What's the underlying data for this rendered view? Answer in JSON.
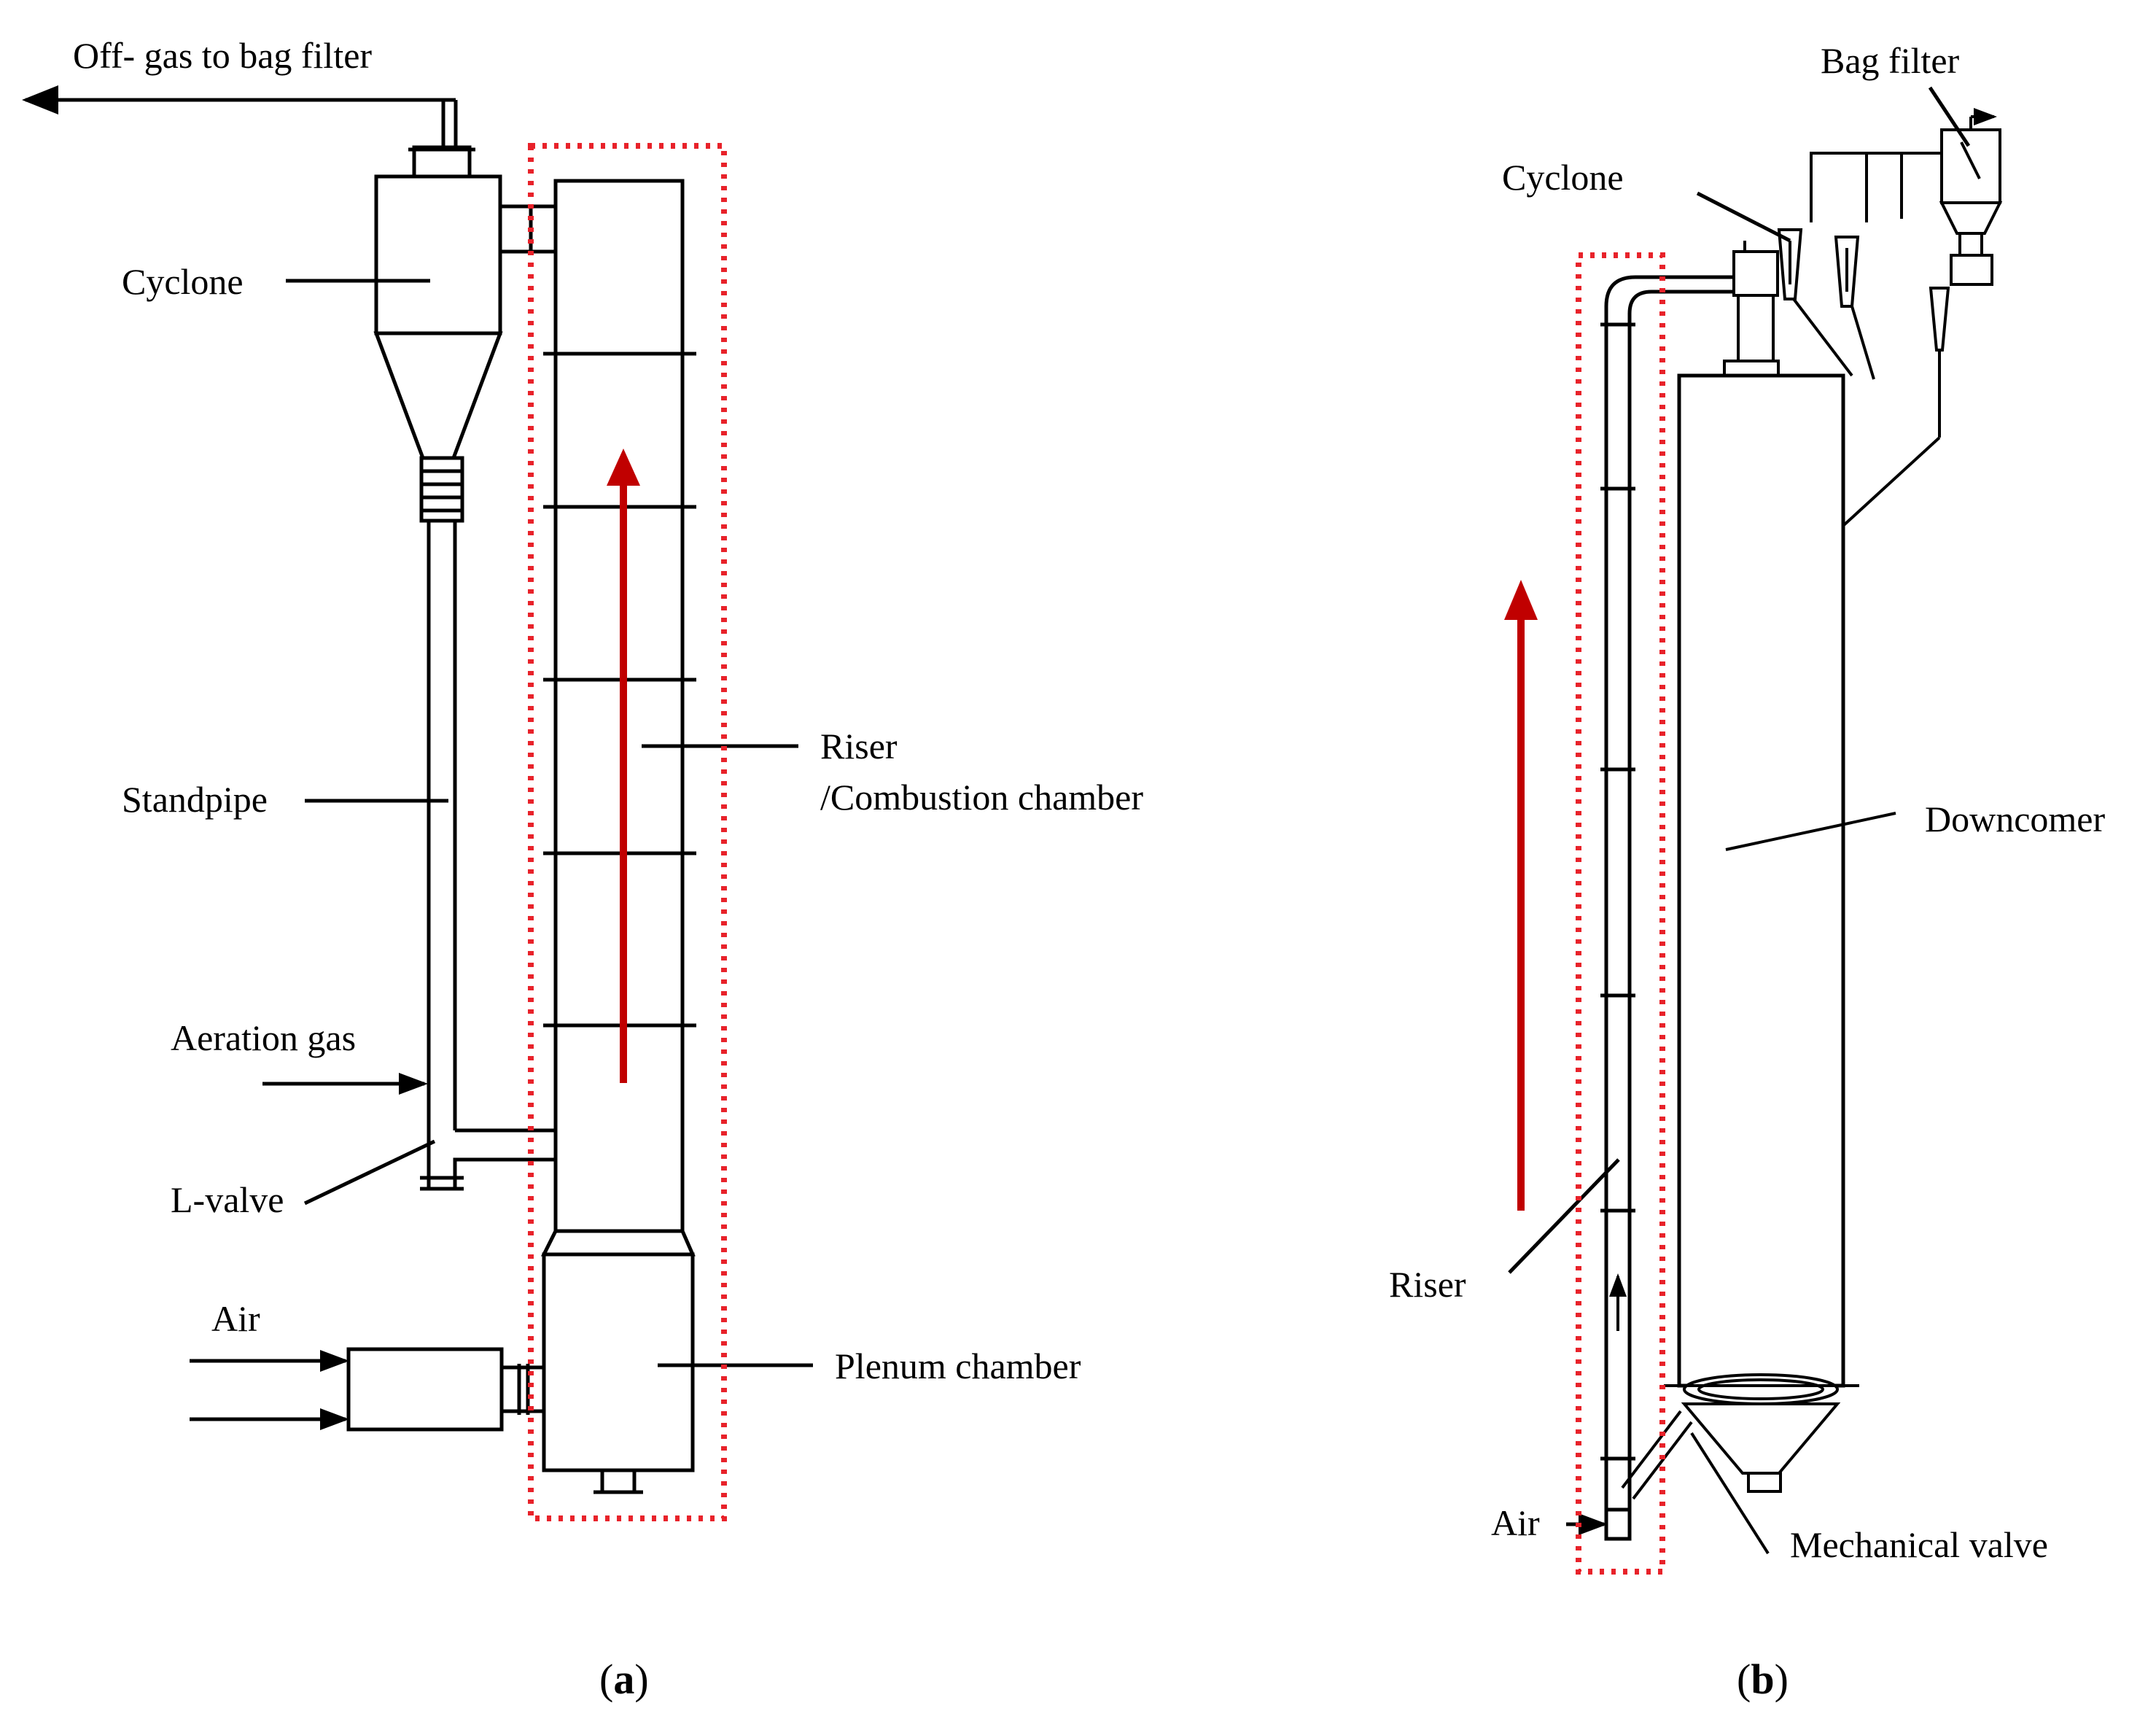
{
  "colors": {
    "flow_arrow": "#c00000",
    "highlight_dash": "#e8222a",
    "line": "#000000",
    "background": "#ffffff"
  },
  "panel_a": {
    "labels": {
      "off_gas": "Off- gas to bag filter",
      "cyclone": "Cyclone",
      "standpipe": "Standpipe",
      "aeration_gas": "Aeration gas",
      "l_valve": "L-valve",
      "air": "Air",
      "riser": "Riser",
      "combustion_chamber": "/Combustion  chamber",
      "plenum_chamber": "Plenum chamber"
    },
    "caption_letter": "a"
  },
  "panel_b": {
    "labels": {
      "bag_filter": "Bag filter",
      "cyclone": "Cyclone",
      "downcomer": "Downcomer",
      "riser": "Riser",
      "air": "Air",
      "mechanical_valve": "Mechanical valve"
    },
    "caption_letter": "b"
  }
}
